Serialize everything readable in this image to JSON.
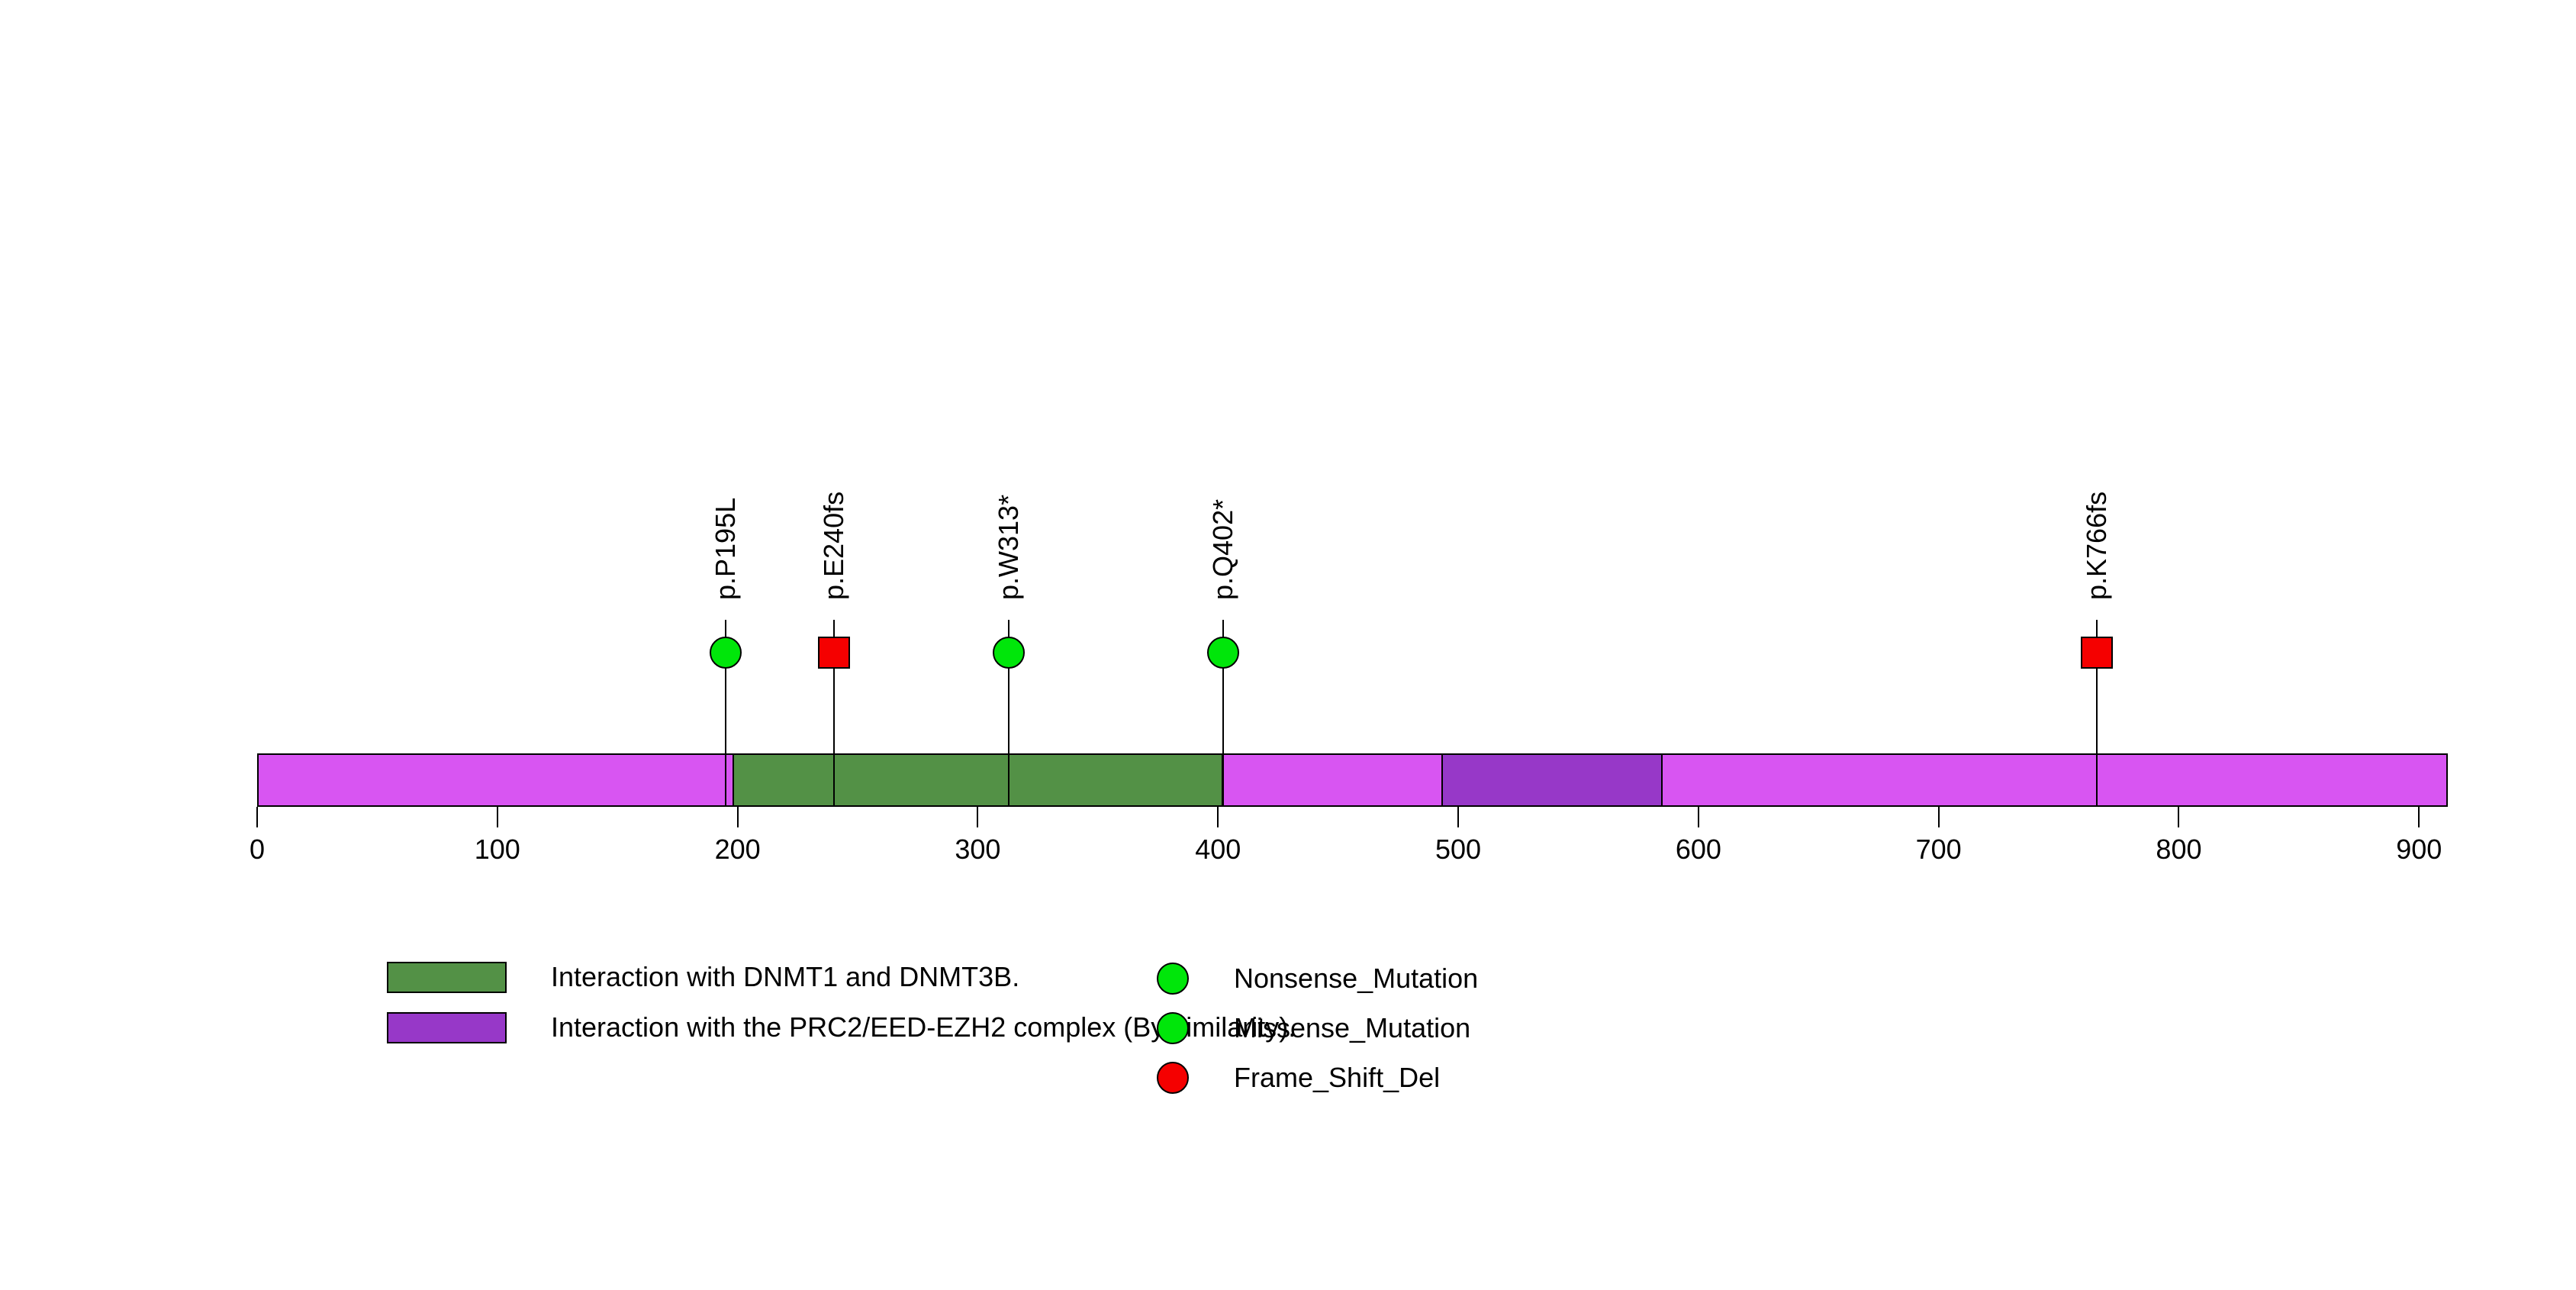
{
  "figure": {
    "background": "#FFFFFF",
    "title": ""
  },
  "chart_data": {
    "type": "lollipop",
    "title": "",
    "xlabel": "",
    "ylabel": "",
    "x_axis": {
      "min": 0,
      "max": 912,
      "ticks": [
        0,
        100,
        200,
        300,
        400,
        500,
        600,
        700,
        800,
        900
      ]
    },
    "protein": {
      "start": 0,
      "end": 912,
      "bar_color": "#D855F2",
      "outline_color": "#000000",
      "domains": [
        {
          "name": "Interaction with DNMT1 and DNMT3B.",
          "start": 198,
          "end": 402,
          "color": "#539146"
        },
        {
          "name": "Interaction with the PRC2/EED-EZH2 complex (By similarity).",
          "start": 493,
          "end": 585,
          "color": "#9738C8"
        }
      ]
    },
    "mutations": [
      {
        "label": "p.P195L",
        "position": 195,
        "type": "Missense_Mutation",
        "shape": "circle",
        "color": "#00E60A"
      },
      {
        "label": "p.E240fs",
        "position": 240,
        "type": "Frame_Shift_Del",
        "shape": "square",
        "color": "#F50000"
      },
      {
        "label": "p.W313*",
        "position": 313,
        "type": "Nonsense_Mutation",
        "shape": "circle",
        "color": "#00E60A"
      },
      {
        "label": "p.Q402*",
        "position": 402,
        "type": "Nonsense_Mutation",
        "shape": "circle",
        "color": "#00E60A"
      },
      {
        "label": "p.K766fs",
        "position": 766,
        "type": "Frame_Shift_Del",
        "shape": "square",
        "color": "#F50000"
      }
    ],
    "legend": {
      "domain_entries": [
        {
          "label": "Interaction with DNMT1 and DNMT3B.",
          "color": "#539146"
        },
        {
          "label": "Interaction with the PRC2/EED-EZH2 complex (By similarity).",
          "color": "#9738C8"
        }
      ],
      "mutation_entries": [
        {
          "label": "Nonsense_Mutation",
          "color": "#00E60A"
        },
        {
          "label": "Missense_Mutation",
          "color": "#00E60A"
        },
        {
          "label": "Frame_Shift_Del",
          "color": "#F50000"
        }
      ]
    }
  }
}
